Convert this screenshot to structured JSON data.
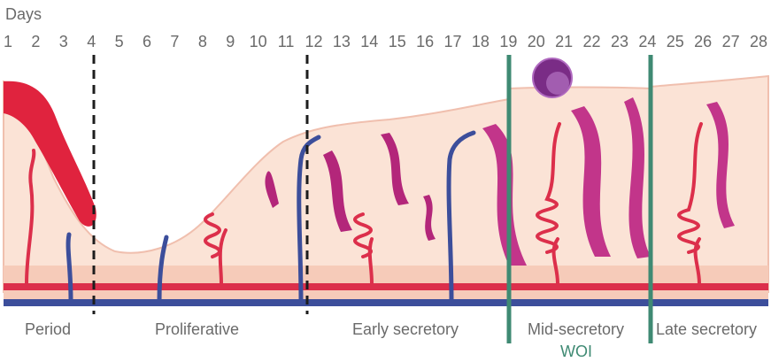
{
  "header": {
    "days_label": "Days"
  },
  "days": [
    "1",
    "2",
    "3",
    "4",
    "5",
    "6",
    "7",
    "8",
    "9",
    "10",
    "11",
    "12",
    "13",
    "14",
    "15",
    "16",
    "17",
    "18",
    "19",
    "20",
    "21",
    "22",
    "23",
    "24",
    "25",
    "26",
    "27",
    "28"
  ],
  "phases": {
    "period": "Period",
    "proliferative": "Proliferative",
    "early_secretory": "Early secretory",
    "mid_secretory": "Mid-secretory",
    "late_secretory": "Late secretory",
    "woi": "WOI"
  },
  "colors": {
    "tissue": "#fbe3d6",
    "tissue_edge": "#f0bfae",
    "artery": "#dc2f4b",
    "vein": "#3c4e9b",
    "gland": "#b3267a",
    "blood": "#e0233e",
    "woi_line": "#3f8a73",
    "embryo": "#7a2c86"
  }
}
